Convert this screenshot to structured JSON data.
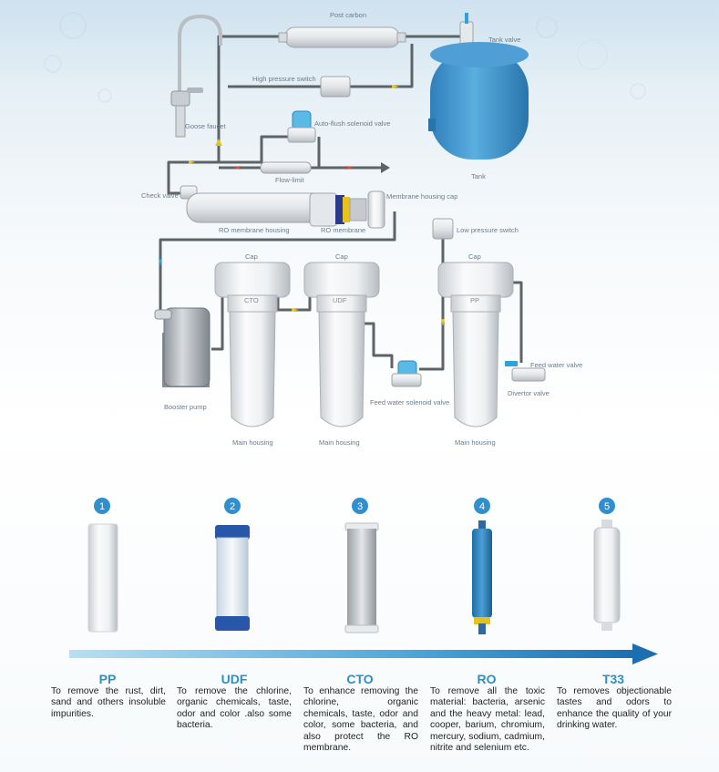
{
  "diagram": {
    "labels": {
      "post_carbon": "Post carbon",
      "tank_valve": "Tank valve",
      "high_pressure_switch": "High pressure switch",
      "goose_faucet": "Goose faucet",
      "auto_flush": "Auto-flush solenoid valve",
      "tank": "Tank",
      "flow_limit": "Flow-limit",
      "check_valve": "Check valve",
      "membrane_housing_cap": "Membrane housing cap",
      "ro_membrane_housing": "RO membrane housing",
      "ro_membrane": "RO membrane",
      "low_pressure_switch": "Low pressure switch",
      "cap": "Cap",
      "feed_water_valve": "Feed water valve",
      "divertor_valve": "Divertor valve",
      "booster_pump": "Booster pump",
      "feed_water_solenoid_valve": "Feed water solenoid valve",
      "main_housing": "Main housing"
    },
    "housing_tags": [
      "CTO",
      "UDF",
      "PP"
    ]
  },
  "stages": [
    {
      "number": "1",
      "title": "PP",
      "description": "To remove the rust, dirt, sand and others insoluble impurities."
    },
    {
      "number": "2",
      "title": "UDF",
      "description": "To remove the chlorine, organic chemicals, taste, odor and color .also some bacteria."
    },
    {
      "number": "3",
      "title": "CTO",
      "description": "To enhance removing the chlorine, organic chemicals, taste, odor and color, some bacteria, and also protect the RO membrane."
    },
    {
      "number": "4",
      "title": "RO",
      "description": "To remove all the toxic material: bacteria, arsenic and the heavy metal: lead, cooper, barium, chromium, mercury, sodium, cadmium, nitrite and selenium etc."
    },
    {
      "number": "5",
      "title": "T33",
      "description": "To removes objectionable tastes and odors to enhance the quality of your drinking water."
    }
  ],
  "colors": {
    "accent": "#2d8fc7",
    "tank": "#3a8fc9",
    "pipe": "#5d6468",
    "badge": "#2f8fcf"
  }
}
